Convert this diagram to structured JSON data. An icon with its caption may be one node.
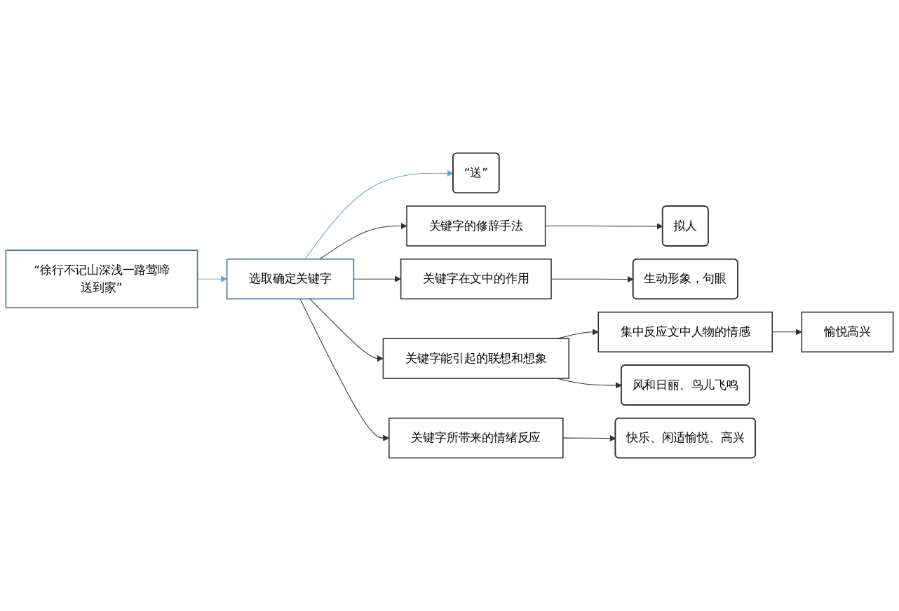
{
  "diagram": {
    "nodes": [
      {
        "text": [
          "“徐行不记山深浅一路莺啼送到家”"
        ]
      },
      {
        "text": [
          "选取确定关键字"
        ]
      },
      {
        "text": [
          "“送”"
        ]
      },
      {
        "text": [
          "关键字的修辞手法"
        ]
      },
      {
        "text": [
          "拟人"
        ]
      },
      {
        "text": [
          "关键字在文中的作用"
        ]
      },
      {
        "text": [
          "生动形象，句眼"
        ]
      },
      {
        "text": [
          "关键字能引起的联想和想象"
        ]
      },
      {
        "text": [
          "集中反应文中人物的情感"
        ]
      },
      {
        "text": [
          "愉悦高兴"
        ]
      },
      {
        "text": [
          "风和日丽、鸟儿飞鸣"
        ]
      },
      {
        "text": [
          "关键字所带来的情绪反应"
        ]
      },
      {
        "text": [
          "快乐、闲适愉悦、高兴"
        ]
      }
    ],
    "edges": [
      {
        "from": 0,
        "to": 1,
        "arrow": "to",
        "color": "#6fa0d8"
      },
      {
        "from": 1,
        "to": 2,
        "arrow": "to",
        "color": "#6fa0d8"
      },
      {
        "from": 1,
        "to": 3,
        "arrow": "to"
      },
      {
        "from": 1,
        "to": 5,
        "arrow": "to"
      },
      {
        "from": 1,
        "to": 7,
        "arrow": "to"
      },
      {
        "from": 1,
        "to": 11,
        "arrow": "to"
      },
      {
        "from": 3,
        "to": 4,
        "arrow": "to"
      },
      {
        "from": 5,
        "to": 6,
        "arrow": "to"
      },
      {
        "from": 7,
        "to": 8,
        "arrow": "to"
      },
      {
        "from": 8,
        "to": 9,
        "arrow": "to"
      },
      {
        "from": 7,
        "to": 10,
        "arrow": "to"
      },
      {
        "from": 11,
        "to": 12,
        "arrow": "to"
      }
    ]
  }
}
